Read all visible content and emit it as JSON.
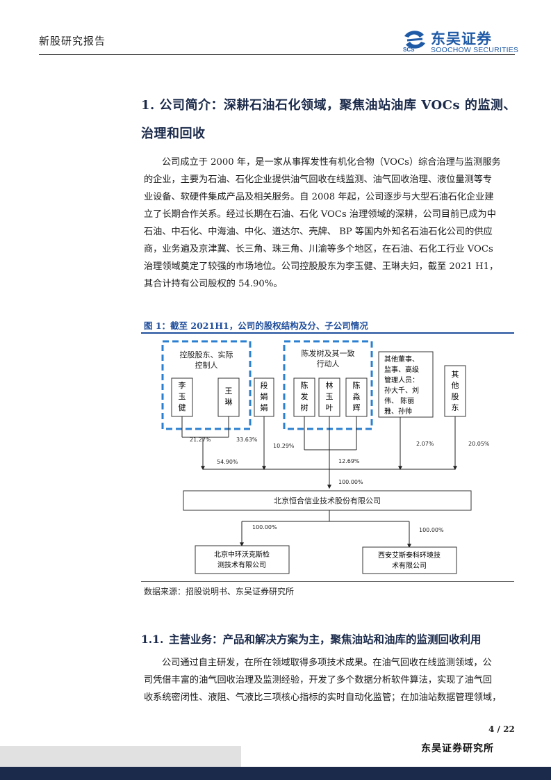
{
  "header": {
    "report_type": "新股研究报告",
    "brand_cn": "东吴证券",
    "brand_en": "SOOCHOW SECURITIES",
    "brand_abbr": "SCS",
    "brand_color": "#1f5aa6"
  },
  "section1": {
    "title_line1": "1.  公司简介：深耕石油石化领域，聚焦油站油库 VOCs 的监测、",
    "title_line2": "治理和回收",
    "paragraph_lines": [
      "公司成立于 2000 年，是一家从事挥发性有机化合物（VOCs）综合治理与监测服务",
      "的企业，主要为石油、石化企业提供油气回收在线监测、油气回收治理、液位量测等专",
      "业设备、软硬件集成产品及相关服务。自 2008 年起，公司逐步与大型石油石化企业建",
      "立了长期合作关系。经过长期在石油、石化 VOCs 治理领域的深耕，公司目前已成为中",
      "石油、中石化、中海油、中化、道达尔、壳牌、 BP 等国内外知名石油石化公司的供应",
      "商，业务遍及京津冀、长三角、珠三角、川渝等多个地区，在石油、石化工行业 VOCs",
      "治理领域奠定了较强的市场地位。公司控股股东为李玉健、王琳夫妇，截至 2021 H1，",
      "其合计持有公司股权的 54.90%。"
    ]
  },
  "figure1": {
    "title": "图 1：截至 2021H1，公司的股权结构及分、子公司情况",
    "source": "数据来源：招股说明书、东吴证券研究所",
    "accent_color": "#1f4e9c",
    "group1_label_lines": [
      "控股股东、实际",
      "控制人"
    ],
    "group2_label_lines": [
      "陈发树及其一致",
      "行动人"
    ],
    "persons": {
      "li": [
        "李",
        "玉",
        "健"
      ],
      "wang": [
        "王",
        "琳"
      ],
      "duan": [
        "段",
        "娟",
        "娟"
      ],
      "chenfs": [
        "陈",
        "发",
        "树"
      ],
      "lin": [
        "林",
        "玉",
        "叶"
      ],
      "chenmh": [
        "陈",
        "淼",
        "辉"
      ],
      "directors": [
        "其他董事、",
        "监事、高级",
        "管理人员：",
        "孙大千、刘",
        "伟、 陈丽",
        "雅、孙帅"
      ],
      "others": [
        "其",
        "他",
        "股",
        "东"
      ]
    },
    "percentages": {
      "li": "21.27%",
      "wang": "33.63%",
      "couple_total": "54.90%",
      "duan": "10.29%",
      "chen_group": "12.69%",
      "directors": "2.07%",
      "others": "20.05%",
      "parent_total": "100.00%",
      "sub1": "100.00%",
      "sub2": "100.00%"
    },
    "company": "北京恒合信业技术股份有限公司",
    "subsidiary1_lines": [
      "北京中环沃克斯检",
      "测技术有限公司"
    ],
    "subsidiary2_lines": [
      "西安艾斯泰科环境技",
      "术有限公司"
    ]
  },
  "section1_1": {
    "number": "1.1.",
    "title": "主营业务：产品和解决方案为主，聚焦油站和油库的监测回收利用",
    "paragraph_lines": [
      "公司通过自主研发，在所在领域取得多项技术成果。在油气回收在线监测领域，公",
      "司凭借丰富的油气回收治理及监测经验，开发了多个数据分析软件算法，实现了油气回",
      "收系统密闭性、液阻、气液比三项核心指标的实时自动化监管；在加油站数据管理领域，"
    ]
  },
  "footer": {
    "page": "4 / 22",
    "org": "东吴证券研究所",
    "bar_color": "#1b2a4a"
  }
}
